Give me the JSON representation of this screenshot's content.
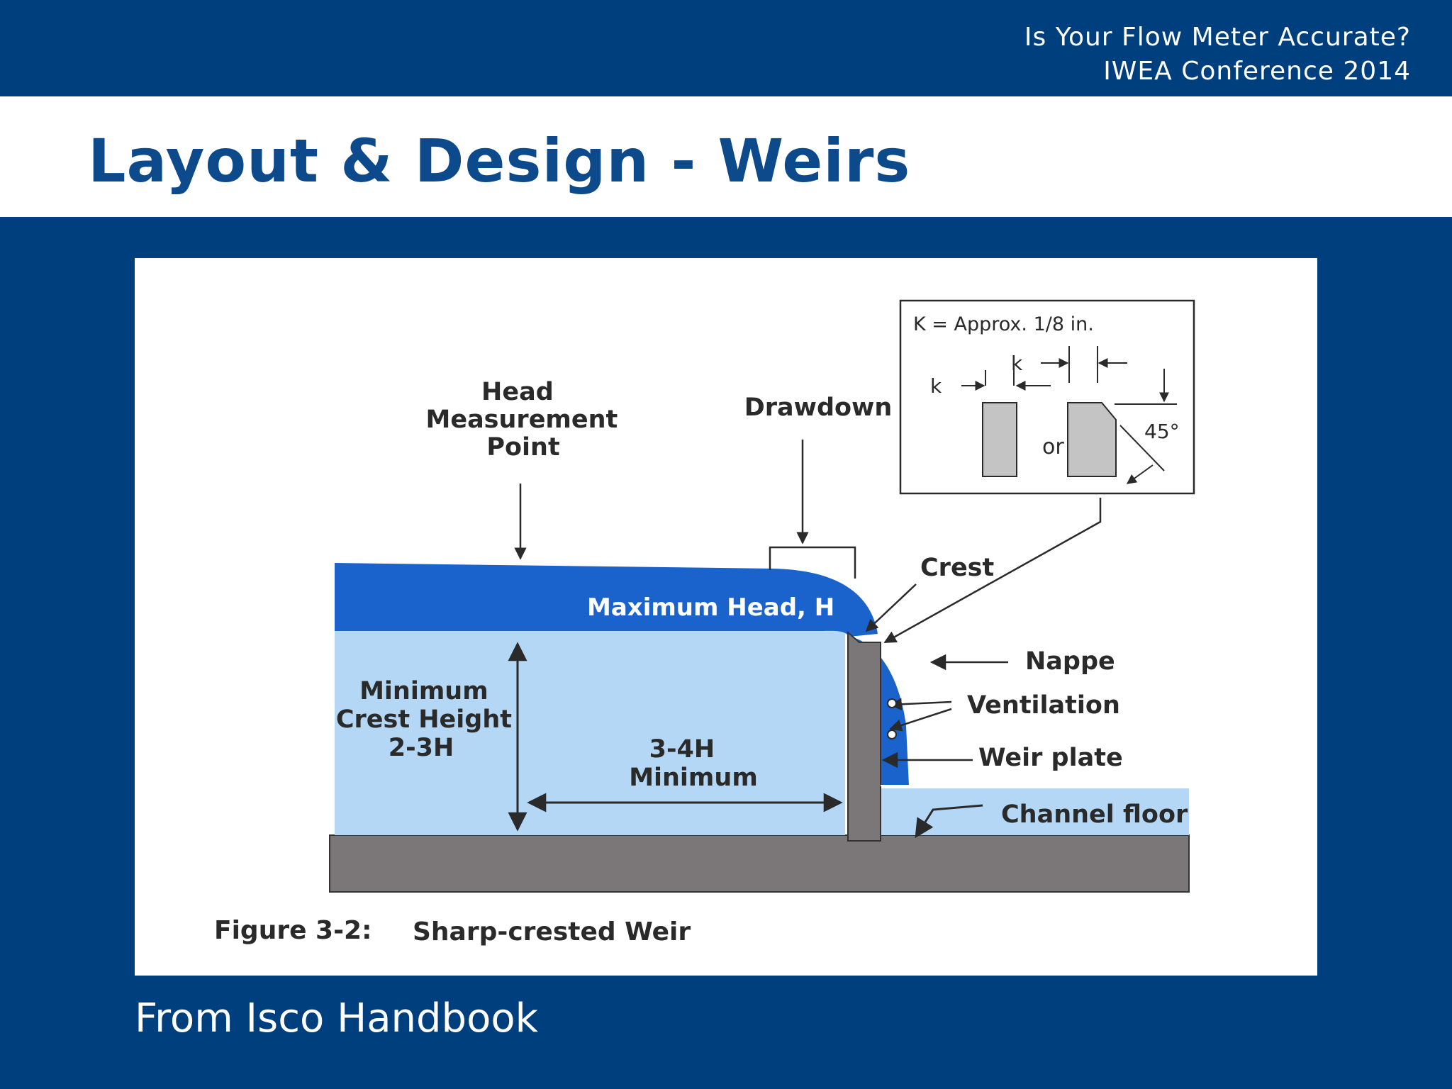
{
  "header": {
    "line1": "Is Your Flow Meter Accurate?",
    "line2": "IWEA Conference 2014"
  },
  "title": "Layout & Design - Weirs",
  "figure": {
    "labels": {
      "head_measurement": [
        "Head",
        "Measurement",
        "Point"
      ],
      "drawdown": "Drawdown",
      "crest": "Crest",
      "maximum_head": "Maximum Head, H",
      "nappe": "Nappe",
      "ventilation": "Ventilation",
      "weir_plate": "Weir plate",
      "channel_floor": "Channel floor",
      "minimum_crest_height": [
        "Minimum",
        "Crest Height",
        "2-3H"
      ],
      "min_distance": [
        "3-4H",
        "Minimum"
      ]
    },
    "inset": {
      "note": "K = Approx. 1/8 in.",
      "k": "k",
      "or": "or",
      "angle": "45°"
    },
    "caption_label": "Figure 3-2:",
    "caption_title": "Sharp-crested Weir"
  },
  "footer": "From Isco Handbook",
  "colors": {
    "brand_blue": "#003f7e",
    "title_blue": "#0d4a8c",
    "water_dark": "#1a63cc",
    "water_light": "#b3d7f4",
    "weir_gray": "#7b7779"
  }
}
